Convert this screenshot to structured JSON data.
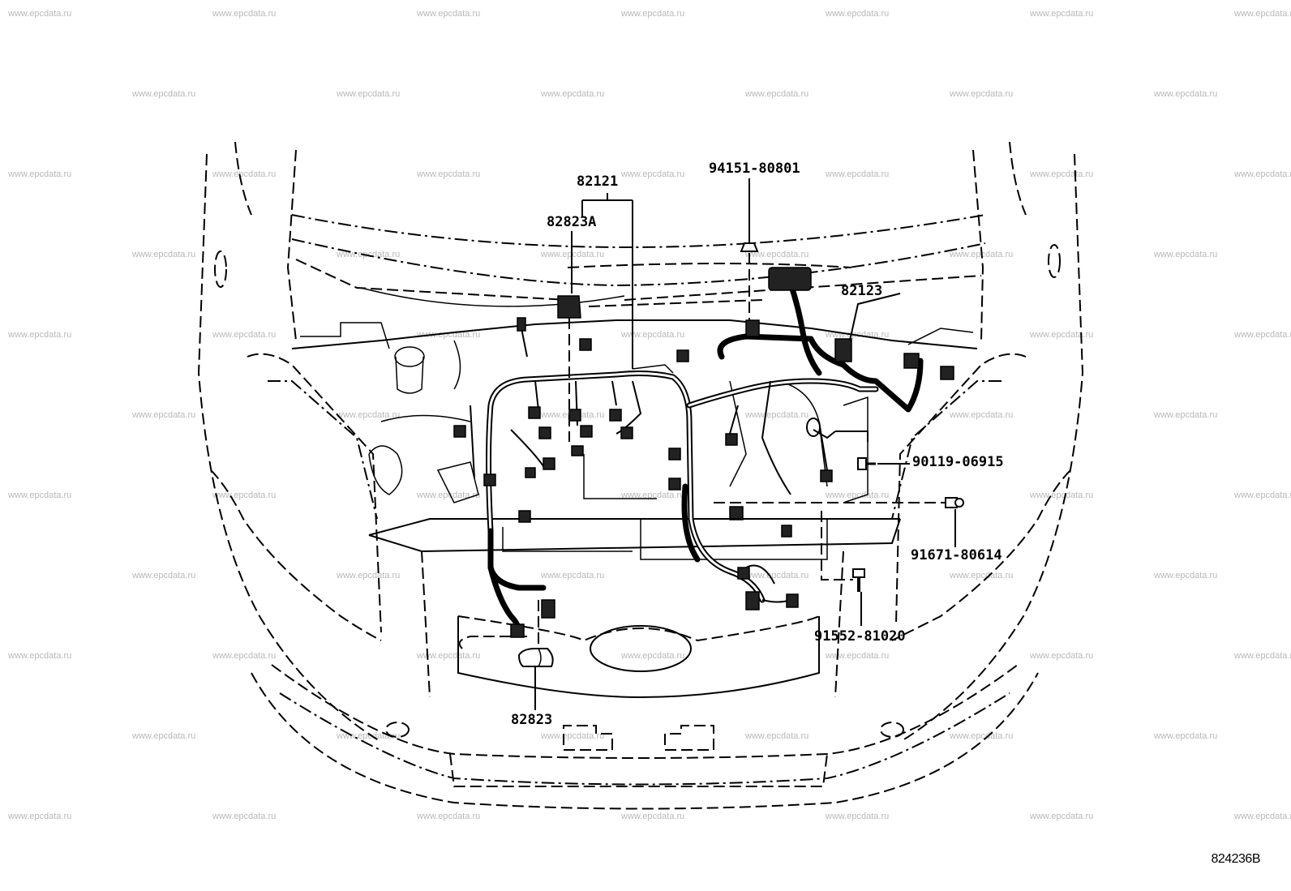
{
  "watermark": "www.epcdata.ru",
  "figure_code": "824236B",
  "parts": {
    "p82121": "82121",
    "p82823A": "82823A",
    "p94151": "94151-80801",
    "p82123": "82123",
    "p90119": "90119-06915",
    "p91671": "91671-80614",
    "p91552": "91552-81020",
    "p82823": "82823"
  },
  "icons": [
    "engine-bay-outline",
    "wire-harness",
    "connector",
    "clip",
    "bolt",
    "nut"
  ]
}
